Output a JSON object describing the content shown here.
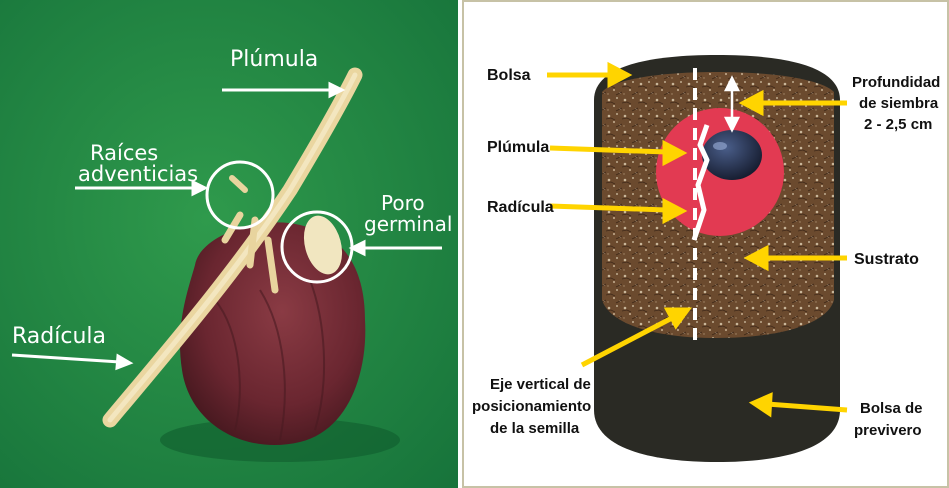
{
  "left_photo": {
    "labels": {
      "plumula": "Plúmula",
      "raices_1": "Raíces",
      "raices_2": "adventicias",
      "poro_1": "Poro",
      "poro_2": "germinal",
      "radicula": "Radícula"
    },
    "colors": {
      "background": "#1f8a3f",
      "seed": "#6e2a34",
      "root": "#efe0b0",
      "arrow": "#ffffff"
    }
  },
  "right_diagram": {
    "labels": {
      "bolsa": "Bolsa",
      "plumula": "Plúmula",
      "radicula": "Radícula",
      "profundidad_1": "Profundidad",
      "profundidad_2": "de siembra",
      "profundidad_3": "2 - 2,5 cm",
      "sustrato": "Sustrato",
      "eje_1": "Eje vertical de",
      "eje_2": "posicionamiento",
      "eje_3": "de la semilla",
      "bolsa_previvero_1": "Bolsa de",
      "bolsa_previvero_2": "previvero"
    },
    "colors": {
      "bag": "#2a2a24",
      "soil": "#6b4a2e",
      "circle": "#e23a52",
      "arrow": "#ffd400",
      "frame": "#c7c2a6"
    }
  }
}
